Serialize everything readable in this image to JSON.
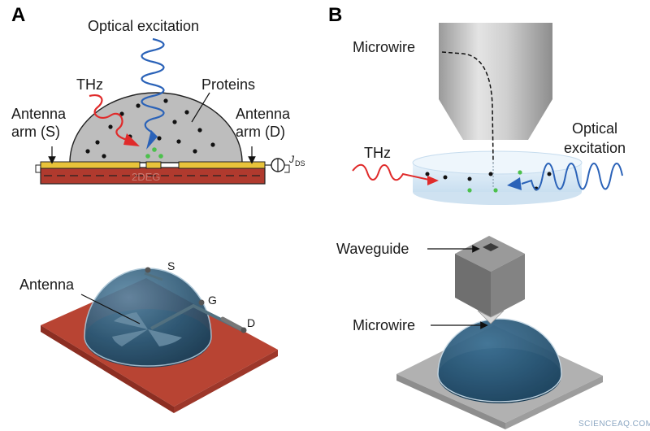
{
  "panels": {
    "a": "A",
    "b": "B"
  },
  "panel_a_top": {
    "optical_excitation": "Optical excitation",
    "thz": "THz",
    "proteins": "Proteins",
    "antenna_arm_s_line1": "Antenna",
    "antenna_arm_s_line2": "arm (S)",
    "antenna_arm_d_line1": "Antenna",
    "antenna_arm_d_line2": "arm (D)",
    "channel": "2DEG",
    "current_symbol": "J",
    "current_subscript": "DS"
  },
  "panel_a_bottom": {
    "antenna": "Antenna",
    "s": "S",
    "g": "G",
    "d": "D"
  },
  "panel_b_top": {
    "microwire": "Microwire",
    "thz": "THz",
    "optical_line1": "Optical",
    "optical_line2": "excitation"
  },
  "panel_b_bottom": {
    "waveguide": "Waveguide",
    "microwire": "Microwire"
  },
  "watermark": "SCIENCEAQ.COM",
  "colors": {
    "thz_wave": "#e02b2b",
    "optical_wave": "#2a62b8",
    "gold_electrode": "#e8c33a",
    "substrate": "#b03a2e",
    "protein_dots": "#111111",
    "excited_dots": "#4cc04c",
    "dome_gray": "#bdbdbd",
    "dome_blue": "#2d5673",
    "base_red": "#b84433",
    "base_gray": "#a9a9a9"
  }
}
